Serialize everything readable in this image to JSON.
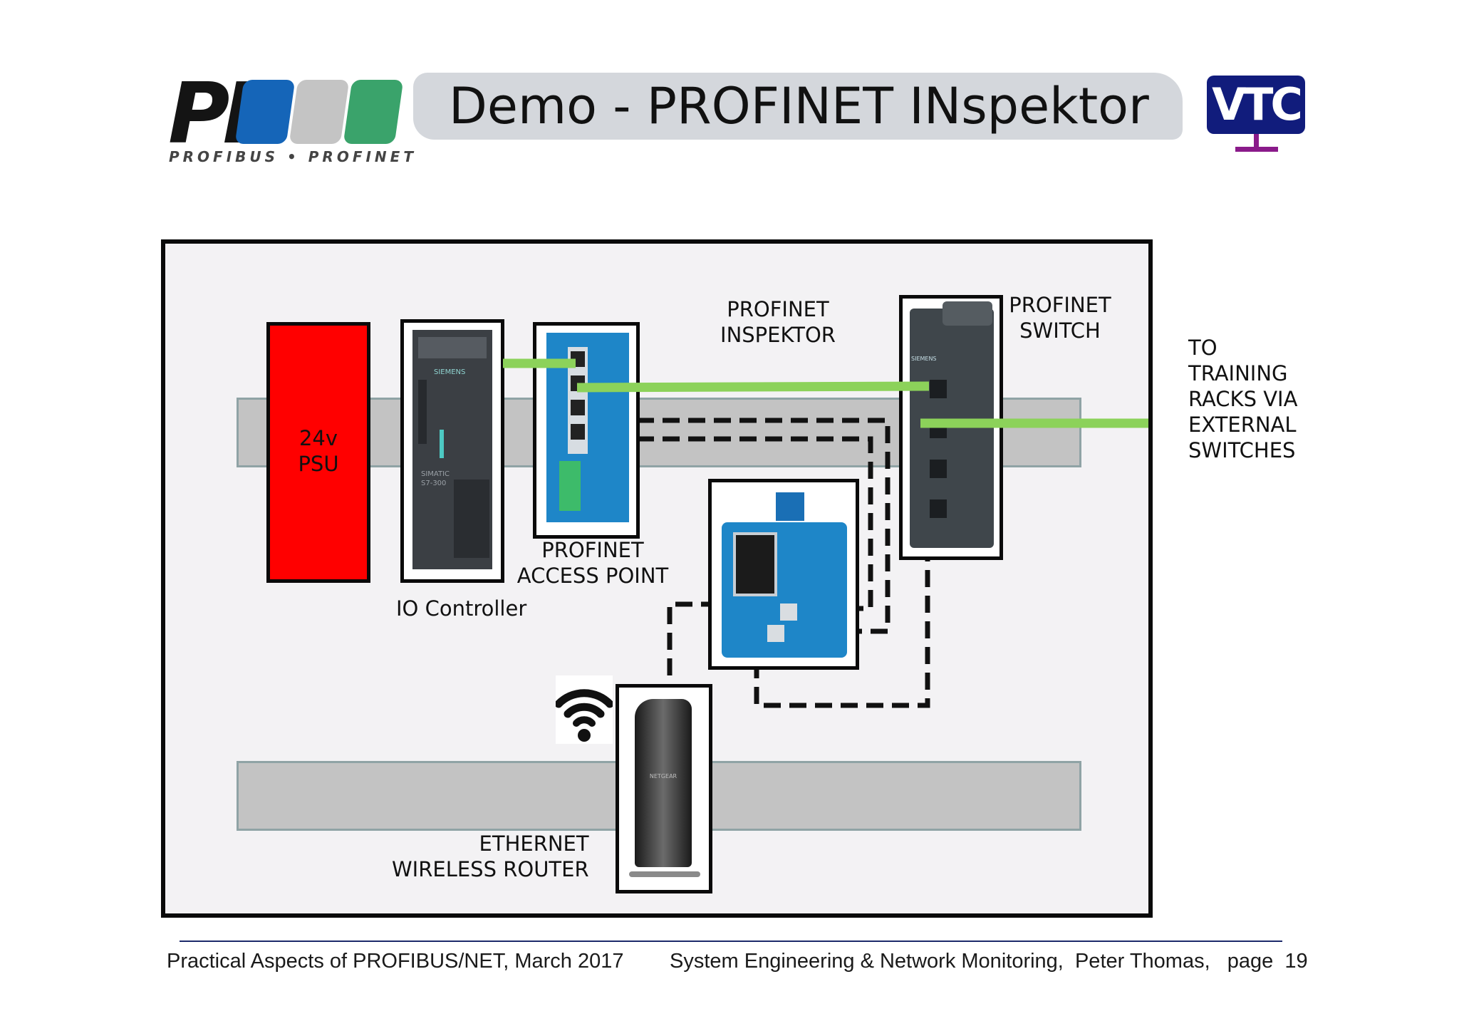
{
  "header": {
    "logo_left": {
      "letters": "PI",
      "subtitle": "PROFIBUS • PROFINET",
      "block_colors": [
        "#1565b8",
        "#c4c4c4",
        "#3aa36b"
      ]
    },
    "title": "Demo - PROFINET INspektor",
    "logo_right": {
      "text": "VTC",
      "color": "#111c7c",
      "stand_color": "#8a1a8a"
    }
  },
  "diagram": {
    "labels": {
      "psu": "24v\nPSU",
      "io_controller": "IO Controller",
      "access_point": "PROFINET\nACCESS POINT",
      "inspektor": "PROFINET\nINSPEKTOR",
      "switch": "PROFINET\nSWITCH",
      "external": "TO\nTRAINING\nRACKS VIA\nEXTERNAL\nSWITCHES",
      "router": "ETHERNET\nWIRELESS ROUTER"
    },
    "device_marks": {
      "controller_brand": "SIEMENS",
      "controller_model": "SIMATIC\nS7-300",
      "switch_brand": "SIEMENS",
      "router_brand": "NETGEAR"
    },
    "colors": {
      "psu_fill": "#ff0000",
      "link_green": "#8cd25a",
      "dashed_link": "#111111",
      "rail": "#c3c3c3",
      "device_blue": "#1e86c8"
    }
  },
  "footer": {
    "left": "Practical Aspects of PROFIBUS/NET, March 2017",
    "right": "System Engineering & Network Monitoring,  Peter Thomas,   page  19"
  }
}
